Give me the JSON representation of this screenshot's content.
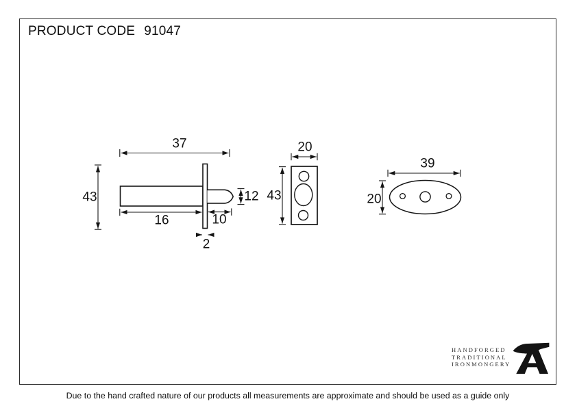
{
  "header": {
    "product_code_label": "PRODUCT CODE",
    "product_code_value": "91047"
  },
  "drawing": {
    "side_view": {
      "title": "security door bolt - side view",
      "overall_width": "37",
      "overall_height": "43",
      "body_length": "16",
      "bolt_length": "10",
      "bolt_diameter": "12",
      "plate_thickness": "2"
    },
    "front_plate_view": {
      "title": "face plate - front view",
      "width": "20",
      "height": "43"
    },
    "oval_plate_view": {
      "title": "oval cover plate - front view",
      "width": "39",
      "height": "20"
    }
  },
  "brand": {
    "lines": [
      "HANDFORGED",
      "TRADITIONAL",
      "IRONMONGERY"
    ],
    "logo_icon": "anvil-a-logo"
  },
  "footer": {
    "disclaimer": "Due to the hand crafted nature of our products all measurements are approximate and should be used as a guide only"
  },
  "colors": {
    "line": "#161616",
    "pink_reference_line": "#e3bcc7",
    "background": "#ffffff"
  }
}
